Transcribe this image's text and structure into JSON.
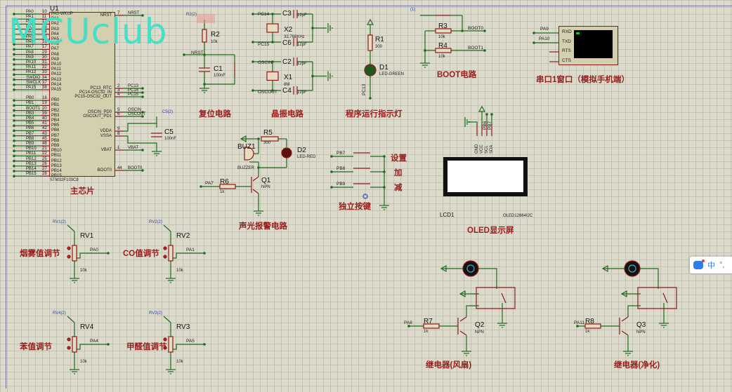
{
  "app": "Proteus schematic",
  "watermark": "MCUclub",
  "mcu": {
    "ref": "U1",
    "part": "STM32F103C8",
    "title": "主芯片",
    "left_pins": [
      {
        "net": "PA0",
        "num": "10",
        "name": "PA0-WKUP"
      },
      {
        "net": "PA1",
        "num": "11",
        "name": "PA1"
      },
      {
        "net": "PA2",
        "num": "12",
        "name": "PA2"
      },
      {
        "net": "PA3",
        "num": "13",
        "name": "PA3"
      },
      {
        "net": "PA4",
        "num": "14",
        "name": "PA4"
      },
      {
        "net": "PA5",
        "num": "15",
        "name": "PA5"
      },
      {
        "net": "PA6",
        "num": "16",
        "name": "PA6"
      },
      {
        "net": "PA7",
        "num": "17",
        "name": "PA7"
      },
      {
        "net": "PA8",
        "num": "29",
        "name": "PA8"
      },
      {
        "net": "PA9",
        "num": "30",
        "name": "PA9"
      },
      {
        "net": "PA10",
        "num": "31",
        "name": "PA10"
      },
      {
        "net": "PA11",
        "num": "32",
        "name": "PA11"
      },
      {
        "net": "PA12",
        "num": "33",
        "name": "PA12"
      },
      {
        "net": "SWDIO",
        "num": "34",
        "name": "PA13"
      },
      {
        "net": "SWCLK",
        "num": "37",
        "name": "PA14"
      },
      {
        "net": "PA15",
        "num": "38",
        "name": "PA15"
      },
      {
        "net": "PB0",
        "num": "18",
        "name": "PB0"
      },
      {
        "net": "PB1",
        "num": "19",
        "name": "PB1"
      },
      {
        "net": "BOOT1",
        "num": "20",
        "name": "PB2"
      },
      {
        "net": "PB3",
        "num": "39",
        "name": "PB3"
      },
      {
        "net": "PB4",
        "num": "40",
        "name": "PB4"
      },
      {
        "net": "PB5",
        "num": "41",
        "name": "PB5"
      },
      {
        "net": "PB6",
        "num": "42",
        "name": "PB6"
      },
      {
        "net": "PB7",
        "num": "43",
        "name": "PB7"
      },
      {
        "net": "PB8",
        "num": "45",
        "name": "PB8"
      },
      {
        "net": "PB9",
        "num": "46",
        "name": "PB9"
      },
      {
        "net": "PB10",
        "num": "21",
        "name": "PB10"
      },
      {
        "net": "PB11",
        "num": "22",
        "name": "PB11"
      },
      {
        "net": "PB12",
        "num": "25",
        "name": "PB12"
      },
      {
        "net": "PB13",
        "num": "26",
        "name": "PB13"
      },
      {
        "net": "PB14",
        "num": "27",
        "name": "PB14"
      },
      {
        "net": "PB15",
        "num": "28",
        "name": "PB15"
      }
    ],
    "right_pins": [
      {
        "name": "NRST",
        "num": "7",
        "net": "NRST"
      },
      {
        "name": "PC13_RTC",
        "num": "2",
        "net": "PC13"
      },
      {
        "name": "PC14-OSC32_IN",
        "num": "3",
        "net": "PC14"
      },
      {
        "name": "PC15-OSC32_OUT",
        "num": "4",
        "net": "PC15"
      },
      {
        "name": "OSCIN_PD0",
        "num": "5",
        "net": "OSCIN"
      },
      {
        "name": "OSCOUT_PD1",
        "num": "6",
        "net": "OSCOUT"
      },
      {
        "name": "VDDA",
        "num": "9",
        "net": ""
      },
      {
        "name": "VSSA",
        "num": "8",
        "net": ""
      },
      {
        "name": "VBAT",
        "num": "1",
        "net": "VBAT"
      },
      {
        "name": "BOOT0",
        "num": "44",
        "net": "BOOT0"
      }
    ],
    "c5": {
      "ref": "C5",
      "value": "100nF",
      "probe": "C5(2)"
    }
  },
  "reset": {
    "title": "复位电路",
    "probe": "R2(2)",
    "r2": {
      "ref": "R2",
      "value": "10k"
    },
    "c1": {
      "ref": "C1",
      "value": "100nF"
    },
    "net": "NRST"
  },
  "crystal": {
    "title": "晶振电路",
    "x2": {
      "ref": "X2",
      "value": "32.768KHz"
    },
    "x1": {
      "ref": "X1",
      "value": "8M"
    },
    "caps": [
      {
        "ref": "C3",
        "value": "12pF"
      },
      {
        "ref": "C6",
        "value": "12pF"
      },
      {
        "ref": "C2",
        "value": "12pF"
      },
      {
        "ref": "C4",
        "value": "12pF"
      }
    ],
    "nets": [
      "PC14",
      "PC15",
      "OSCIN",
      "OSCOUT"
    ]
  },
  "run_led": {
    "title": "程序运行指示灯",
    "r1": {
      "ref": "R1",
      "value": "300"
    },
    "d1": {
      "ref": "D1",
      "value": "LED-GREEN"
    },
    "net": "PC13"
  },
  "boot": {
    "title": "BOOT电路",
    "probe": "(1)",
    "r3": {
      "ref": "R3",
      "value": "10k"
    },
    "r4": {
      "ref": "R4",
      "value": "10k"
    },
    "nets": [
      "BOOT0",
      "BOOT1"
    ]
  },
  "serial": {
    "title": "串口1窗口（模拟手机端）",
    "pins": [
      "RXD",
      "TXD",
      "RTS",
      "CTS"
    ],
    "nets": [
      "PA9",
      "PA10"
    ]
  },
  "alarm": {
    "title": "声光报警电路",
    "buz": {
      "ref": "BUZ1",
      "value": "BUZZER"
    },
    "r5": {
      "ref": "R5",
      "value": "300"
    },
    "d2": {
      "ref": "D2",
      "value": "LED-RED"
    },
    "r6": {
      "ref": "R6",
      "value": "1k"
    },
    "q1": {
      "ref": "Q1",
      "value": "NPN"
    },
    "net": "PA7"
  },
  "keys": {
    "title": "独立按键",
    "nets": [
      "PB7",
      "PB8",
      "PB9"
    ],
    "labels": [
      "设置",
      "加",
      "减"
    ]
  },
  "oled": {
    "title": "OLED显示屏",
    "ref": "LCD1",
    "part": "OLED12864I2C",
    "pins": [
      "GND",
      "VCC",
      "SCL",
      "SDA"
    ],
    "nets": [
      "PB6",
      "PB7"
    ]
  },
  "pots": [
    {
      "ref": "RV1",
      "value": "10k",
      "probe": "RV1(2)",
      "net": "PA0",
      "title": "烟雾值调节"
    },
    {
      "ref": "RV2",
      "value": "10k",
      "probe": "RV2(2)",
      "net": "PA1",
      "title": "CO值调节"
    },
    {
      "ref": "RV4",
      "value": "10k",
      "probe": "RV4(2)",
      "net": "PA4",
      "title": "苯值调节"
    },
    {
      "ref": "RV3",
      "value": "10k",
      "probe": "RV3(2)",
      "net": "PA5",
      "title": "甲醛值调节"
    }
  ],
  "relays": [
    {
      "title": "继电器(风扇)",
      "r": {
        "ref": "R7",
        "value": "1k"
      },
      "q": {
        "ref": "Q2",
        "value": "NPN"
      },
      "net": "PA8"
    },
    {
      "title": "继电器(净化)",
      "r": {
        "ref": "R8",
        "value": "1k"
      },
      "q": {
        "ref": "Q3",
        "value": "NPN"
      },
      "net": "PA11"
    }
  ],
  "ime": {
    "mode": "中",
    "punct": "°,"
  },
  "colors": {
    "wire": "#1e6b1e",
    "component": "#8b1a1a",
    "title": "#9a1d1d",
    "probe": "#3040b0",
    "grid": "#dcdbcb",
    "watermark": "#3fe0c8"
  }
}
